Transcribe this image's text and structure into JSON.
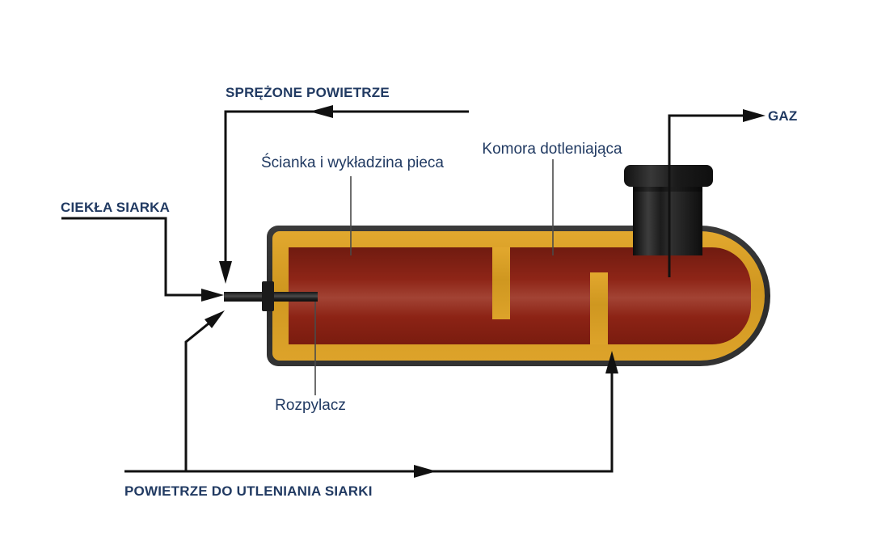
{
  "labels": {
    "compressed_air": "SPRĘŻONE POWIETRZE",
    "gas": "GAZ",
    "liquid_sulfur": "CIEKŁA SIARKA",
    "furnace_wall": "Ścianka i wykładzina pieca",
    "oxidation_chamber": "Komora dotleniająca",
    "atomizer": "Rozpylacz",
    "oxidation_air": "POWIETRZE DO UTLENIANIA SIARKI"
  },
  "colors": {
    "label_text": "#213a62",
    "line": "#111111",
    "callout_line": "#4a4a4a",
    "furnace_shell": "#2e2e2e",
    "lining_orange": "#d49b21",
    "interior_red": "#8e2517",
    "chimney_black": "#1a1a1a"
  }
}
